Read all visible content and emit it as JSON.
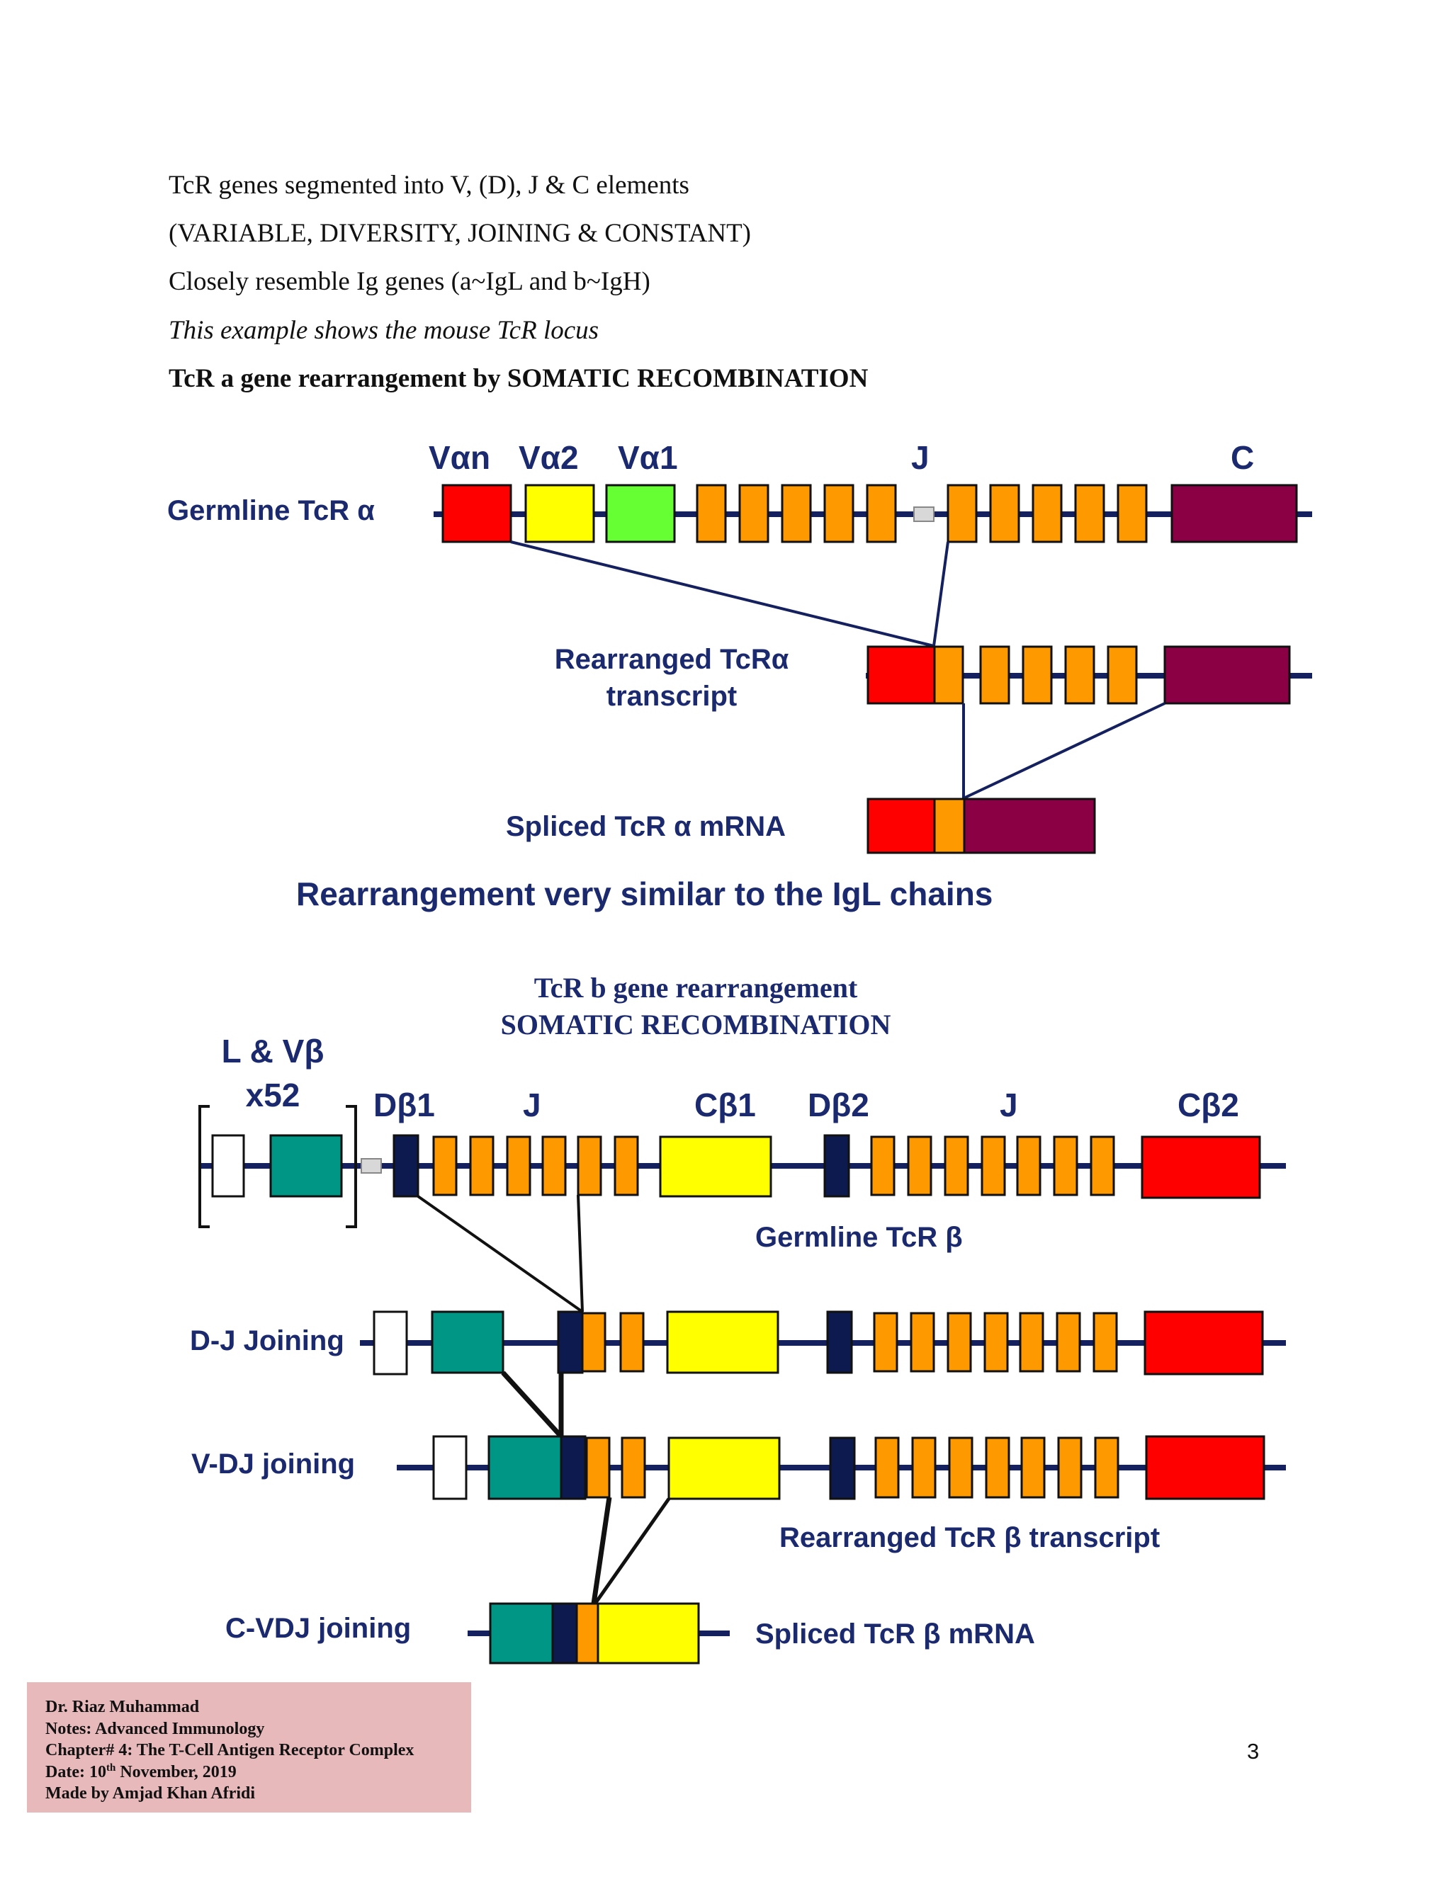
{
  "intro": {
    "line1": "TcR genes segmented into V, (D), J & C elements",
    "line2": "(VARIABLE, DIVERSITY, JOINING & CONSTANT)",
    "line3": "Closely resemble Ig genes (a~IgL and b~IgH)",
    "line4": "This example shows the mouse TcR locus",
    "line5": "TcR a gene rearrangement by SOMATIC RECOMBINATION"
  },
  "alpha": {
    "label_van": "Vαn",
    "label_va2": "Vα2",
    "label_va1": "Vα1",
    "label_j": "J",
    "label_c": "C",
    "germline_label": "Germline TcR α",
    "rearranged_label_1": "Rearranged TcRα",
    "rearranged_label_2": "transcript",
    "spliced_label": "Spliced TcR α mRNA",
    "caption": "Rearrangement very similar to the IgL chains"
  },
  "beta": {
    "title_1": "TcR b gene rearrangement",
    "title_2": "SOMATIC  RECOMBINATION",
    "label_lv_1": "L & Vβ",
    "label_lv_2": "x52",
    "label_db1": "Dβ1",
    "label_j1": "J",
    "label_cb1": "Cβ1",
    "label_db2": "Dβ2",
    "label_j2": "J",
    "label_cb2": "Cβ2",
    "germline_label": "Germline TcR β",
    "dj_label": "D-J Joining",
    "vdj_label": "V-DJ joining",
    "rearranged_label": "Rearranged TcR β transcript",
    "cvdj_label": "C-VDJ joining",
    "spliced_label": "Spliced TcR β mRNA"
  },
  "colors": {
    "line": "#14215e",
    "red": "#ff0000",
    "yellow": "#ffff00",
    "green": "#66ff33",
    "orange": "#ff9900",
    "purple": "#8b0045",
    "teal": "#009686",
    "navy": "#0d1a4f",
    "label": "#1b2a6e",
    "footer_bg": "#e8b9bb"
  },
  "footer": {
    "line1": "Dr. Riaz Muhammad",
    "line2": "Notes: Advanced Immunology",
    "line3": "Chapter# 4: The T-Cell Antigen Receptor Complex",
    "line4_a": "Date: 10",
    "line4_sup": "th",
    "line4_b": " November, 2019",
    "line5": "Made by Amjad Khan Afridi"
  },
  "page_number": "3"
}
